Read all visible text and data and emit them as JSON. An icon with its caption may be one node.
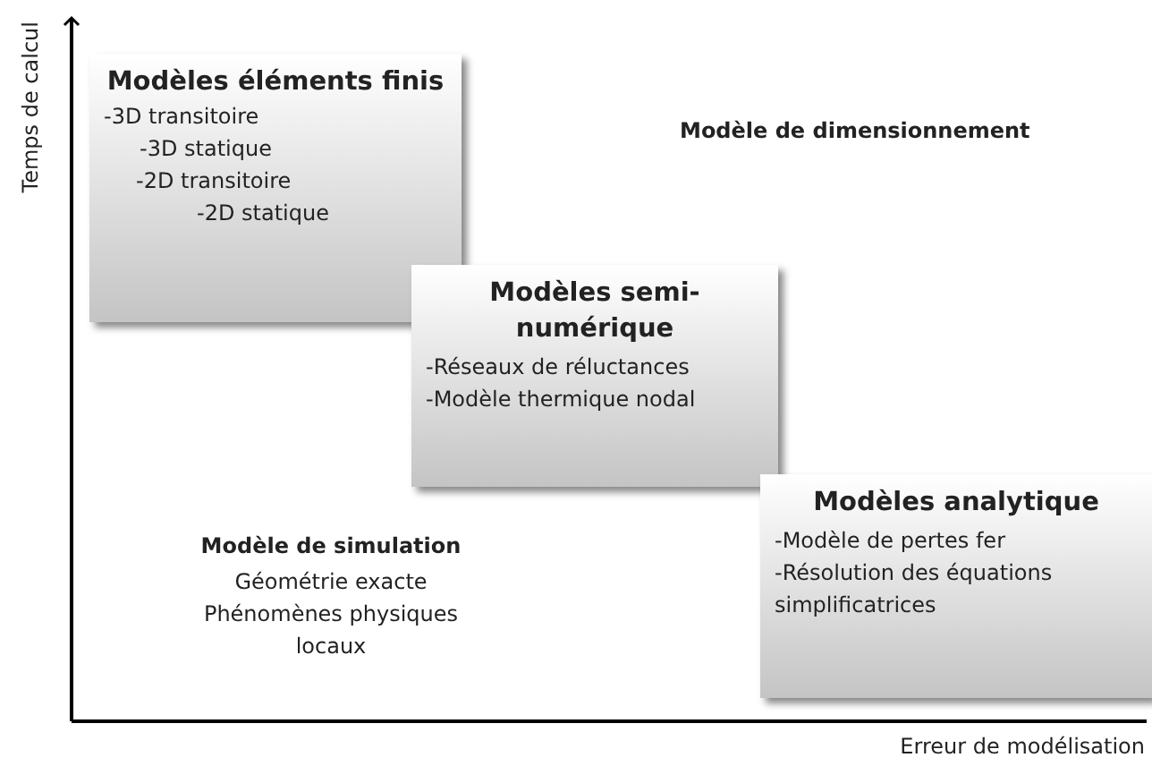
{
  "diagram": {
    "nodes": [
      {
        "text": [
          "Modèles éléments finis",
          "-3D transitoire",
          "-3D statique",
          "-2D transitoire",
          "-2D statique"
        ]
      },
      {
        "text": [
          "Modèles semi-numérique",
          "-Réseaux de réluctances",
          "-Modèle thermique nodal"
        ]
      },
      {
        "text": [
          "Modèles analytique",
          "-Modèle de pertes fer",
          "-Résolution des équations simplificatrices"
        ]
      }
    ],
    "edges": [],
    "labels": [
      "Temps de calcul",
      "Modèle de dimensionnement",
      "Modèle de simulation",
      "Géométrie exacte",
      "Phénomènes physiques locaux",
      "Erreur de modélisation"
    ]
  }
}
